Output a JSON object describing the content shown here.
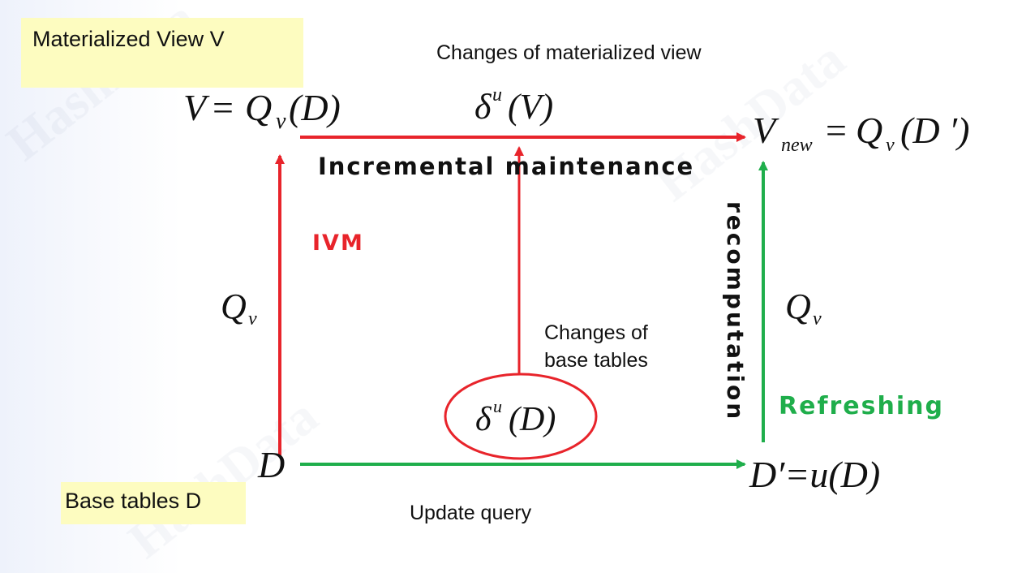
{
  "labels": {
    "materialized_view": "Materialized View  V",
    "base_tables": "Base tables D",
    "changes_of_view": "Changes of  materialized view",
    "update_query": "Update query",
    "changes_of_base_line1": "Changes of",
    "changes_of_base_line2": "base tables"
  },
  "annotations": {
    "incremental_maintenance": "Incremental maintenance",
    "ivm": "IVM",
    "recomputation": "recomputation",
    "refreshing": "Refreshing"
  },
  "math": {
    "v_lhs": "V",
    "equals": "=",
    "q": "Q",
    "sub_v": "v",
    "arg_d": "(D)",
    "delta": "δ",
    "sup_u": "u",
    "arg_v": "(V)",
    "v_new": "V",
    "sub_new": "new",
    "arg_dprime": "(D ′)",
    "d": "D",
    "dprime_eq": "D′=u(D)"
  },
  "watermark": "HashData",
  "colors": {
    "red": "#e8242b",
    "green": "#1fae4b",
    "highlight": "#fdfcc0",
    "text": "#111111"
  }
}
